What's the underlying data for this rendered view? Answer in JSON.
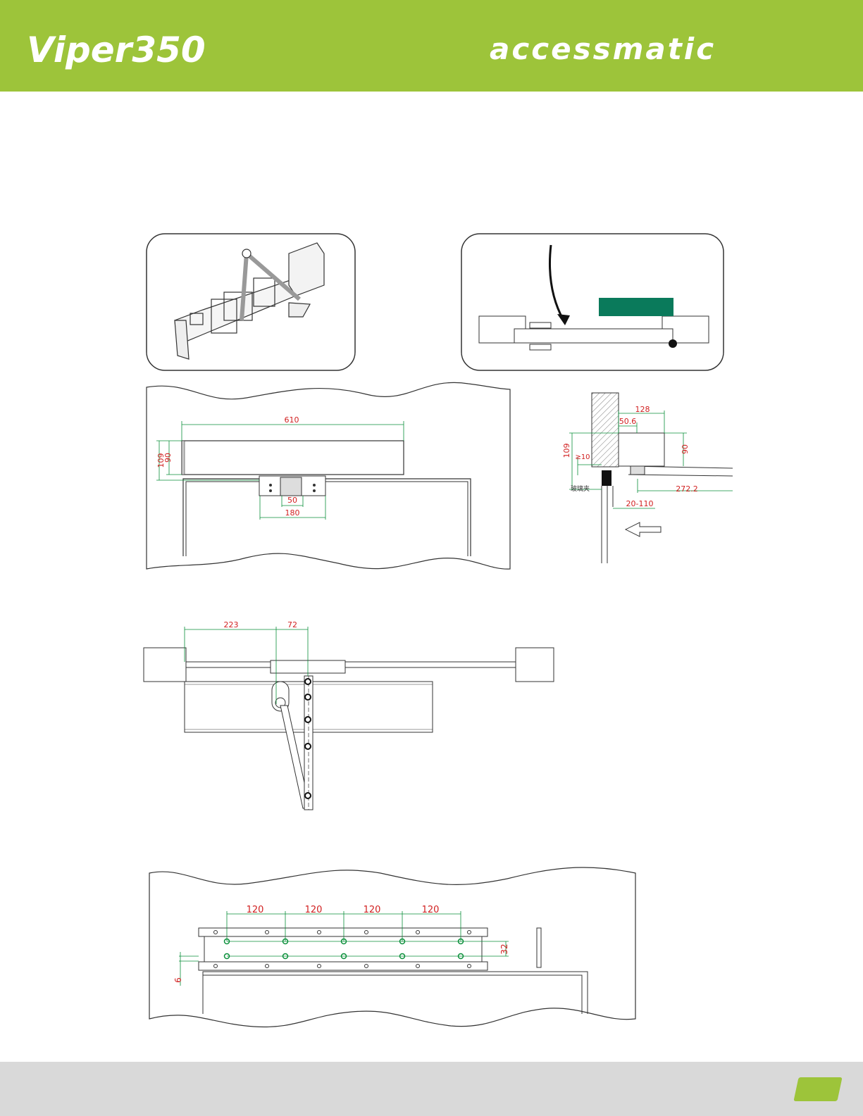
{
  "header": {
    "product_logo": "Viper350",
    "brand_logo": "accessmatic",
    "background_color": "#9dc43a"
  },
  "front_view": {
    "width_total": "610",
    "height_total": "109",
    "height_body": "90",
    "bracket_hole": "50",
    "bracket_width": "180"
  },
  "side_view": {
    "depth": "128",
    "offset": "50.6",
    "height_total": "109",
    "height_body": "90",
    "clearance": "≥10",
    "arm_length": "272.2",
    "reveal": "20-110",
    "glass_label": "玻璃夹"
  },
  "top_view": {
    "dim_a": "223",
    "dim_b": "72"
  },
  "mounting_plate": {
    "spacings": [
      "120",
      "120",
      "120",
      "120"
    ],
    "height": "32",
    "offset": "6"
  },
  "footer": {
    "background_color": "#d9d9d9"
  }
}
